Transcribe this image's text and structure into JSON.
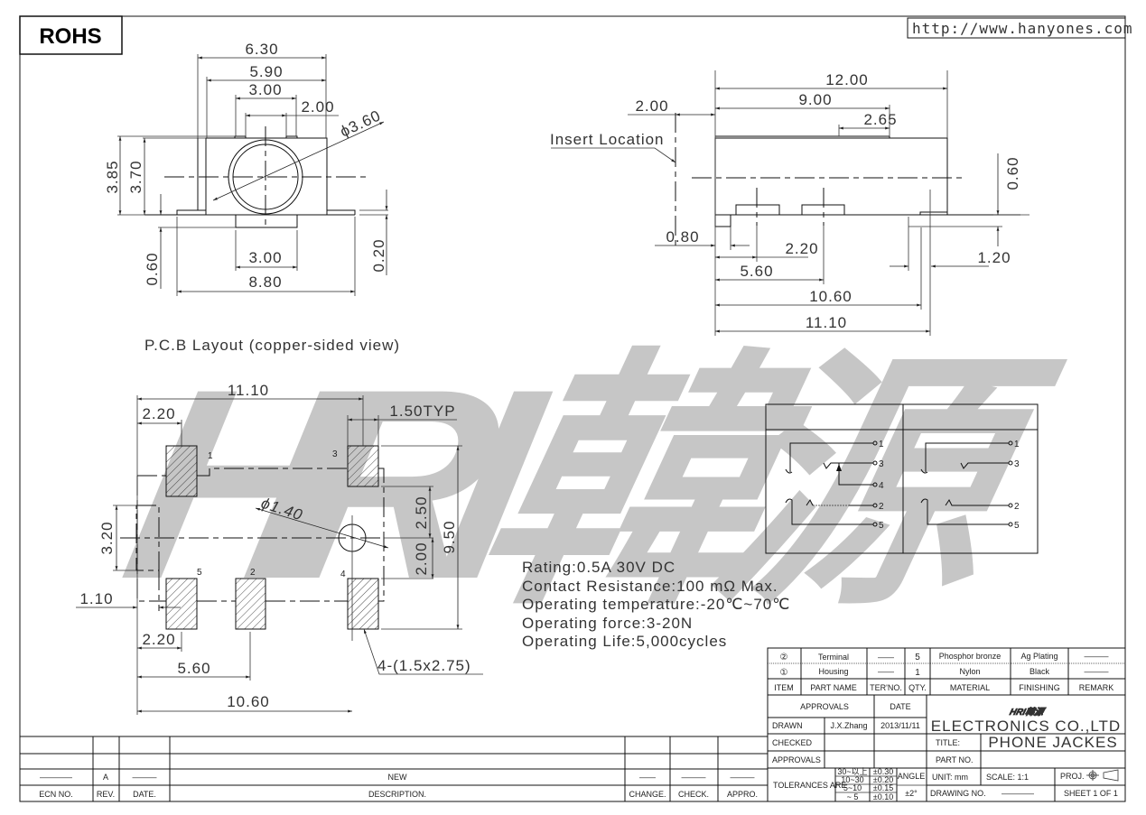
{
  "header": {
    "badge": "ROHS",
    "url": "http://www.hanyones.com"
  },
  "watermark": "HRI韓源",
  "front_view": {
    "d_630": "6.30",
    "d_590": "5.90",
    "d_300_top": "3.00",
    "d_200": "2.00",
    "d_dia": "ϕ3.60",
    "d_385": "3.85",
    "d_370": "3.70",
    "d_060": "0.60",
    "d_300_bot": "3.00",
    "d_880": "8.80",
    "d_020": "0.20"
  },
  "side_view": {
    "d_1200": "12.00",
    "d_900": "9.00",
    "d_265": "2.65",
    "d_200": "2.00",
    "insert_label": "Insert Location",
    "d_080": "0.80",
    "d_220": "2.20",
    "d_560": "5.60",
    "d_1060": "10.60",
    "d_1110": "11.10",
    "d_120": "1.20",
    "d_060": "0.60"
  },
  "pcb": {
    "title": "P.C.B Layout (copper-sided view)",
    "d_1110": "11.10",
    "d_220_top": "2.20",
    "d_150typ": "1.50TYP",
    "d_dia": "ϕ1.40",
    "d_250": "2.50",
    "d_200": "2.00",
    "d_950": "9.50",
    "d_320": "3.20",
    "d_110": "1.10",
    "d_220_bot": "2.20",
    "d_560": "5.60",
    "d_1060": "10.60",
    "pad_note": "4-(1.5x2.75)",
    "pins": {
      "p1": "1",
      "p2": "2",
      "p3": "3",
      "p4": "4",
      "p5": "5"
    }
  },
  "specs": [
    "Rating:0.5A 30V DC",
    "Contact Resistance:100 mΩ Max.",
    "Operating temperature:-20℃~70℃",
    "Operating force:3-20N",
    "Operating Life:5,000cycles"
  ],
  "schematic": {
    "left": {
      "p1": "1",
      "p3": "3",
      "p4": "4",
      "p2": "2",
      "p5": "5"
    },
    "right": {
      "p1": "1",
      "p3": "3",
      "p2": "2",
      "p5": "5"
    }
  },
  "bom": {
    "rows": [
      {
        "item": "②",
        "part": "Terminal",
        "ter": "——",
        "qty": "5",
        "material": "Phosphor bronze",
        "finishing": "Ag Plating",
        "remark": "———"
      },
      {
        "item": "①",
        "part": "Housing",
        "ter": "——",
        "qty": "1",
        "material": "Nylon",
        "finishing": "Black",
        "remark": "———"
      }
    ],
    "headers": {
      "item": "ITEM",
      "part": "PART NAME",
      "ter": "TER'NO.",
      "qty": "QTY.",
      "material": "MATERIAL",
      "finishing": "FINISHING",
      "remark": "REMARK"
    }
  },
  "title_block": {
    "approvals_label": "APPROVALS",
    "date_label": "DATE",
    "drawn_label": "DRAWN",
    "drawn_by": "J.X.Zhang",
    "drawn_date": "2013/11/11",
    "checked_label": "CHECKED",
    "approvals2_label": "APPROVALS",
    "company_logo": "HRI韓源",
    "company": "ELECTRONICS CO.,LTD",
    "title_label": "TITLE:",
    "title": "PHONE JACKES",
    "part_no_label": "PART NO.",
    "tolerances_label": "TOLERANCES ARE",
    "tol_ranges": [
      "30~以上",
      "10~30",
      "5~10",
      "~ 5"
    ],
    "tol_values": [
      "±0.30",
      "±0.20",
      "±0.15",
      "±0.10"
    ],
    "angle_label": "ANGLE",
    "angle_value": "±2°",
    "unit": "UNIT:  mm",
    "scale": "SCALE:   1:1",
    "proj": "PROJ.",
    "drawing_no_label": "DRAWING NO.",
    "drawing_no": "————",
    "sheet": "SHEET   1  OF  1"
  },
  "revision": {
    "row": {
      "ecn": "————",
      "rev": "A",
      "date": "———",
      "description": "NEW",
      "change": "——",
      "check": "———",
      "appro": "———"
    },
    "headers": {
      "ecn": "ECN  NO.",
      "rev": "REV.",
      "date": "DATE.",
      "description": "DESCRIPTION.",
      "change": "CHANGE.",
      "check": "CHECK.",
      "appro": "APPRO."
    }
  }
}
